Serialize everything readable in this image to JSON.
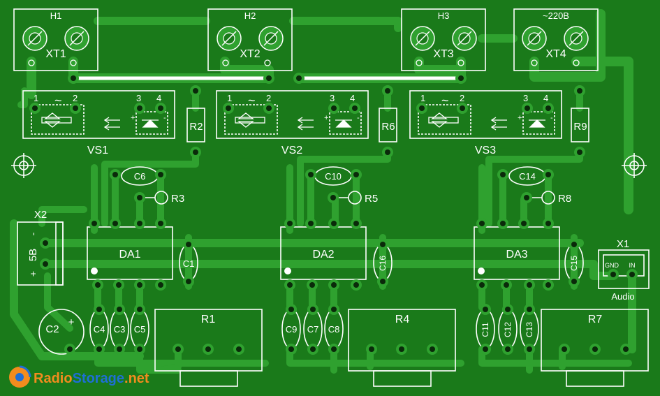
{
  "labels": {
    "h1": "H1",
    "h2": "H2",
    "h3": "H3",
    "mains": "~220B",
    "xt1": "XT1",
    "xt2": "XT2",
    "xt3": "XT3",
    "xt4": "XT4",
    "vs1": "VS1",
    "vs2": "VS2",
    "vs3": "VS3",
    "r1": "R1",
    "r2": "R2",
    "r3": "R3",
    "r4": "R4",
    "r5": "R5",
    "r6": "R6",
    "r7": "R7",
    "r8": "R8",
    "r9": "R9",
    "c1": "C1",
    "c2": "C2",
    "c3": "C3",
    "c4": "C4",
    "c5": "C5",
    "c6": "C6",
    "c7": "C7",
    "c8": "C8",
    "c9": "C9",
    "c10": "C10",
    "c11": "C11",
    "c12": "C12",
    "c13": "C13",
    "c14": "C14",
    "c15": "C15",
    "c16": "C16",
    "da1": "DA1",
    "da2": "DA2",
    "da3": "DA3",
    "x1": "X1",
    "x2": "X2",
    "gnd": "GND",
    "in": "IN",
    "audio": "Audio",
    "supply": "5B",
    "pin1": "1",
    "pin2": "2",
    "pin3": "3",
    "pin4": "4",
    "plus": "+",
    "minus": "-",
    "tilde": "~"
  },
  "logo": {
    "part1": "Radio",
    "part2": "Storage",
    "part3": ".net"
  },
  "colors": {
    "board": "#1a7a1a",
    "copper": "#2fa12f",
    "silkscreen": "#ffffff",
    "logo_orange": "#f28c1e",
    "logo_blue": "#1e6fd6"
  }
}
